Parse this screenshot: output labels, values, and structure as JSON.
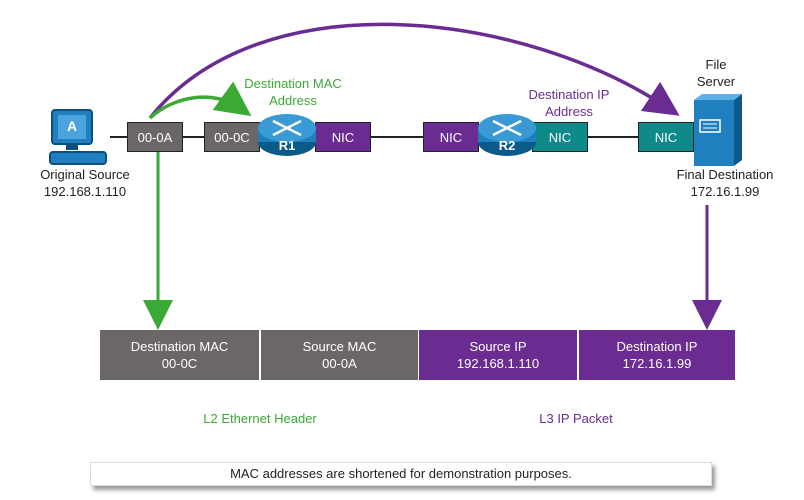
{
  "source": {
    "pc_label": "A",
    "name": "Original Source",
    "ip": "192.168.1.110",
    "nic": "00-0A"
  },
  "r1": {
    "label": "R1",
    "in_nic": "00-0C",
    "out_nic": "NIC"
  },
  "r2": {
    "label": "R2",
    "in_nic": "NIC",
    "out_nic": "NIC"
  },
  "server": {
    "title_line1": "File",
    "title_line2": "Server",
    "nic": "NIC",
    "name": "Final Destination",
    "ip": "172.16.1.99"
  },
  "labels": {
    "dest_mac_line1": "Destination MAC",
    "dest_mac_line2": "Address",
    "dest_ip_line1": "Destination IP",
    "dest_ip_line2": "Address"
  },
  "frame": {
    "cells": [
      {
        "title": "Destination MAC",
        "value": "00-0C"
      },
      {
        "title": "Source MAC",
        "value": "00-0A"
      },
      {
        "title": "Source IP",
        "value": "192.168.1.110"
      },
      {
        "title": "Destination IP",
        "value": "172.16.1.99"
      }
    ],
    "l2_label": "L2 Ethernet Header",
    "l3_label": "L3 IP Packet"
  },
  "note": "MAC addresses are shortened for demonstration purposes.",
  "colors": {
    "green": "#3aaa35",
    "purple": "#6a2c91",
    "gray": "#6b6766",
    "teal": "#0f8a8a"
  }
}
